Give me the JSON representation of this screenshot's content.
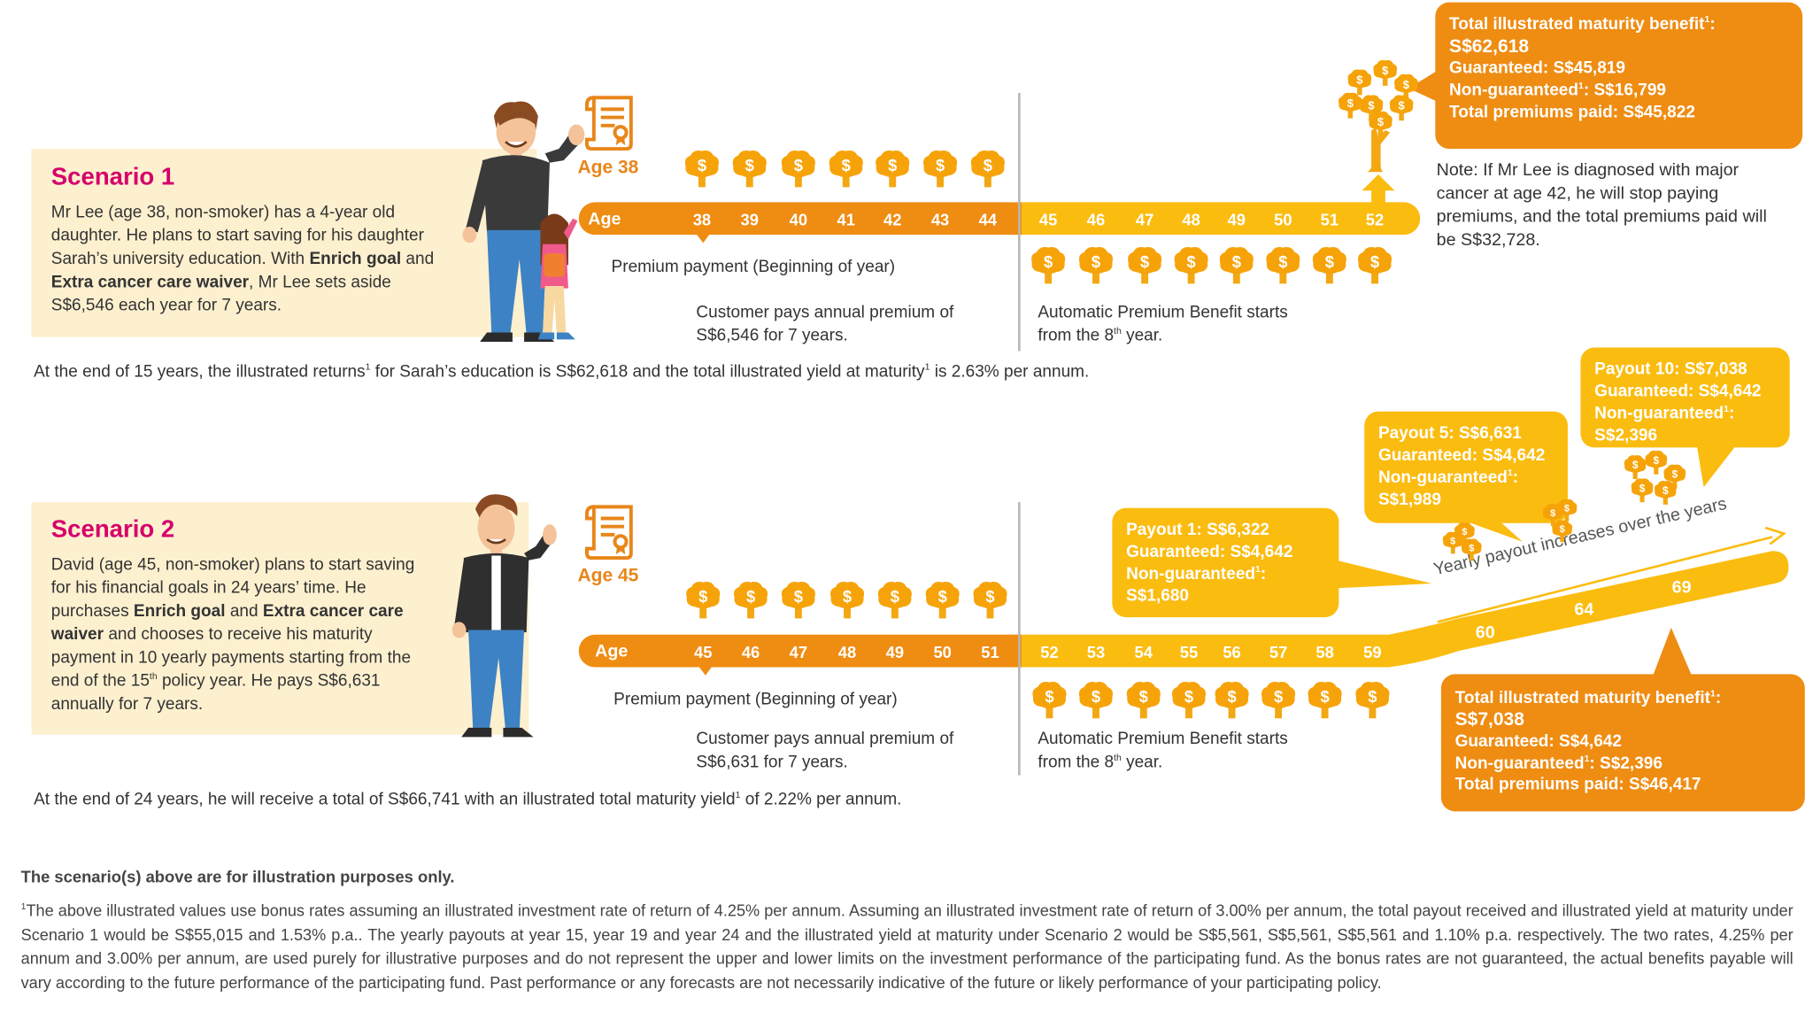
{
  "colors": {
    "orange": "#ef8c12",
    "yellow": "#fbbc10",
    "title_pink": "#d6006b",
    "box_bg": "#fdf0cf",
    "age_orange": "#e8861a"
  },
  "scenario1": {
    "title": "Scenario 1",
    "desc_1": "Mr Lee (age 38, non-smoker) has a 4-year old daughter. He plans to start saving for his daughter Sarah’s university education. With ",
    "enrich": "Enrich goal",
    "and": " and ",
    "waiver": "Extra cancer care waiver",
    "desc_2": ", Mr Lee sets aside S$6,546 each year for 7 years.",
    "start_age": "Age 38",
    "age_label": "Age",
    "premium_ages": [
      "38",
      "39",
      "40",
      "41",
      "42",
      "43",
      "44"
    ],
    "benefit_ages": [
      "45",
      "46",
      "47",
      "48",
      "49",
      "50",
      "51",
      "52"
    ],
    "premium_caption": "Premium payment (Beginning of year)",
    "pays_1": "Customer pays annual premium of",
    "pays_2": "S$6,546 for 7 years.",
    "apb_1": "Automatic Premium Benefit starts",
    "apb_2a": "from the 8",
    "apb_sup": "th",
    "apb_2b": " year.",
    "callout": {
      "title": "Total illustrated maturity benefit",
      "amount": "S$62,618",
      "guaranteed": "Guaranteed: S$45,819",
      "nonguaranteed": "Non-guaranteed",
      "nonguaranteed_value": ": S$16,799",
      "premiums": "Total premiums paid: S$45,822"
    },
    "note": "Note: If Mr Lee is diagnosed with major cancer at age 42, he will stop paying premiums, and the total premiums paid will be S$32,728.",
    "summary_1": "At the end of 15 years, the illustrated returns",
    "summary_2": " for Sarah’s education is S$62,618 and the total illustrated yield at maturity",
    "summary_3": " is 2.63% per annum."
  },
  "scenario2": {
    "title": "Scenario 2",
    "desc_1": "David (age 45, non-smoker) plans to start saving for his financial goals in 24 years’ time. He purchases ",
    "enrich": "Enrich goal",
    "and": " and ",
    "waiver": "Extra cancer care waiver",
    "desc_2": " and chooses to receive his maturity payment in 10 yearly payments starting from the end of the 15",
    "desc_sup": "th",
    "desc_3": " policy year. He pays S$6,631 annually for 7 years.",
    "start_age": "Age 45",
    "age_label": "Age",
    "premium_ages": [
      "45",
      "46",
      "47",
      "48",
      "49",
      "50",
      "51"
    ],
    "benefit_ages": [
      "52",
      "53",
      "54",
      "55",
      "56",
      "57",
      "58",
      "59"
    ],
    "payout_ages": [
      "60",
      "64",
      "69"
    ],
    "increase_label": "Yearly payout increases over the years",
    "premium_caption": "Premium payment (Beginning of year)",
    "pays_1": "Customer pays annual premium of",
    "pays_2": "S$6,631 for 7 years.",
    "apb_1": "Automatic Premium Benefit starts",
    "apb_2a": "from the 8",
    "apb_sup": "th",
    "apb_2b": " year.",
    "payout1": {
      "title": "Payout 1: S$6,322",
      "guaranteed": "Guaranteed: S$4,642",
      "nonguaranteed": "Non-guaranteed",
      "value": "S$1,680"
    },
    "payout5": {
      "title": "Payout 5: S$6,631",
      "guaranteed": "Guaranteed: S$4,642",
      "nonguaranteed": "Non-guaranteed",
      "value": "S$1,989"
    },
    "payout10": {
      "title": "Payout 10: S$7,038",
      "guaranteed": "Guaranteed: S$4,642",
      "nonguaranteed": "Non-guaranteed",
      "value": "S$2,396"
    },
    "callout": {
      "title": "Total illustrated maturity benefit",
      "amount": "S$7,038",
      "guaranteed": "Guaranteed: S$4,642",
      "nonguaranteed": "Non-guaranteed",
      "nonguaranteed_value": ": S$2,396",
      "premiums": "Total premiums paid: S$46,417"
    },
    "summary_1": "At the end of 24 years, he will receive a total of S$66,741 with an illustrated total maturity yield",
    "summary_2": " of 2.22% per annum."
  },
  "sup_mark": "1",
  "disclaimer": "The scenario(s) above are for illustration purposes only.",
  "footnote_mark": "1",
  "footnote": "The above illustrated values use bonus rates assuming an illustrated investment rate of return of 4.25% per annum. Assuming an illustrated investment rate of return of 3.00% per annum, the total payout received and illustrated yield at maturity under Scenario 1 would be S$55,015 and 1.53% p.a.. The yearly payouts at year 15, year 19 and year 24 and the illustrated yield at maturity under Scenario 2 would be S$5,561, S$5,561, S$5,561 and 1.10% p.a. respectively. The two rates, 4.25% per annum and 3.00% per annum, are used purely for illustrative purposes and do not represent the upper and lower limits on the investment performance of the participating fund. As the bonus rates are not guaranteed, the actual benefits payable will vary according to the future performance of the participating fund. Past performance or any forecasts are not necessarily indicative of the future or likely performance of your participating policy."
}
